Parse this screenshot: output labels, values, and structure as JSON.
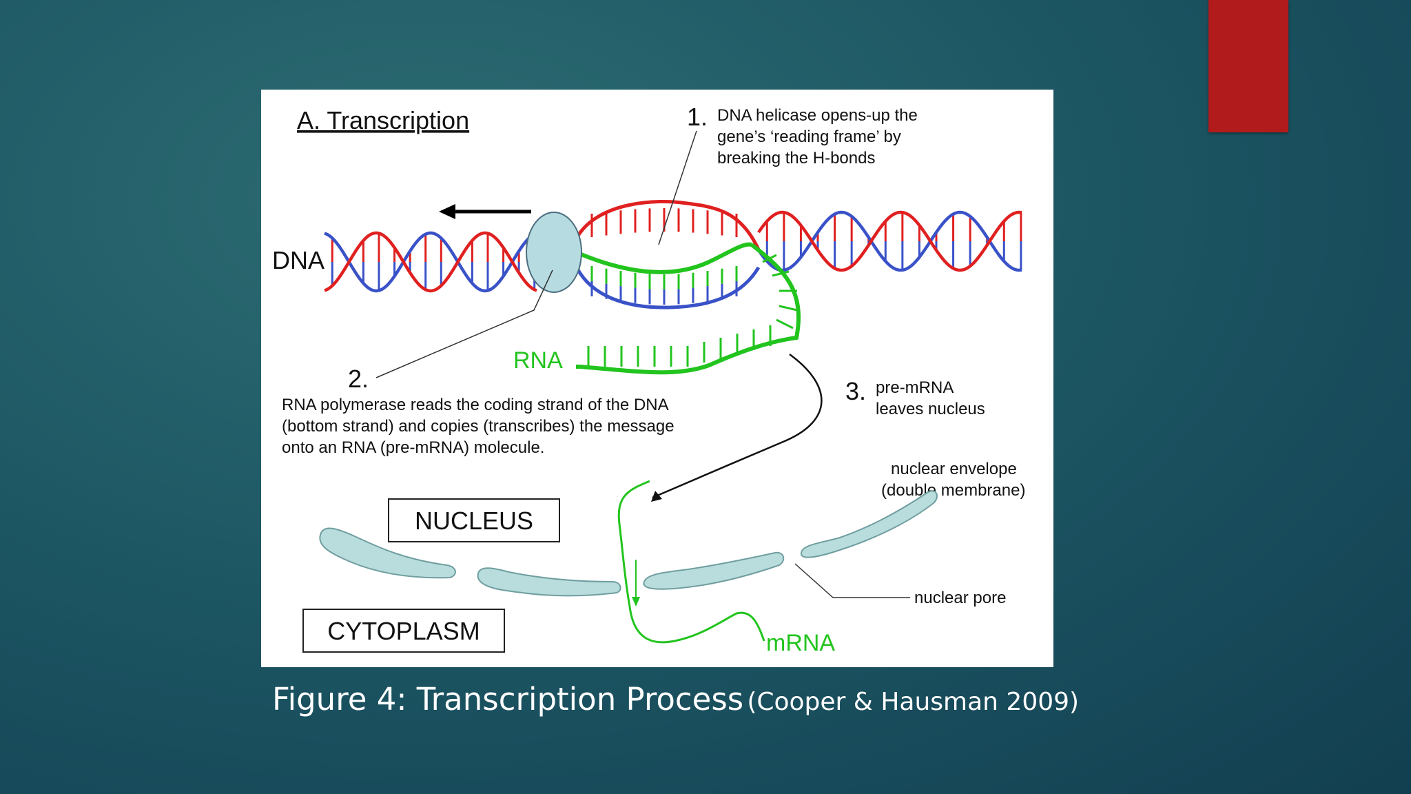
{
  "slide": {
    "caption_main": "Figure 4: Transcription Process",
    "caption_citation": "(Cooper & Hausman 2009)",
    "accent_color": "#b21b1b",
    "background_color": "#1f5a66"
  },
  "figure": {
    "title": "A. Transcription",
    "label_dna": "DNA",
    "label_rna": "RNA",
    "label_mrna": "mRNA",
    "step1": {
      "number": "1.",
      "lines": [
        "DNA helicase opens-up the",
        "gene’s ‘reading frame’ by",
        "breaking the H-bonds"
      ]
    },
    "step2": {
      "number": "2.",
      "lines": [
        "RNA polymerase reads the coding strand of the DNA",
        "(bottom strand) and copies (transcribes) the message",
        "onto an RNA (pre-mRNA) molecule."
      ]
    },
    "step3": {
      "number": "3.",
      "lines": [
        "pre-mRNA",
        "leaves nucleus"
      ]
    },
    "nuclear_envelope": [
      "nuclear envelope",
      "(double membrane)"
    ],
    "nuclear_pore": "nuclear pore",
    "box_nucleus": "NUCLEUS",
    "box_cytoplasm": "CYTOPLASM",
    "colors": {
      "dna_strand_top": "#e02020",
      "dna_strand_bottom": "#3a52c8",
      "rna": "#22c41e",
      "membrane": "#b9dcdc",
      "polymerase": "#b6dbe0"
    }
  }
}
